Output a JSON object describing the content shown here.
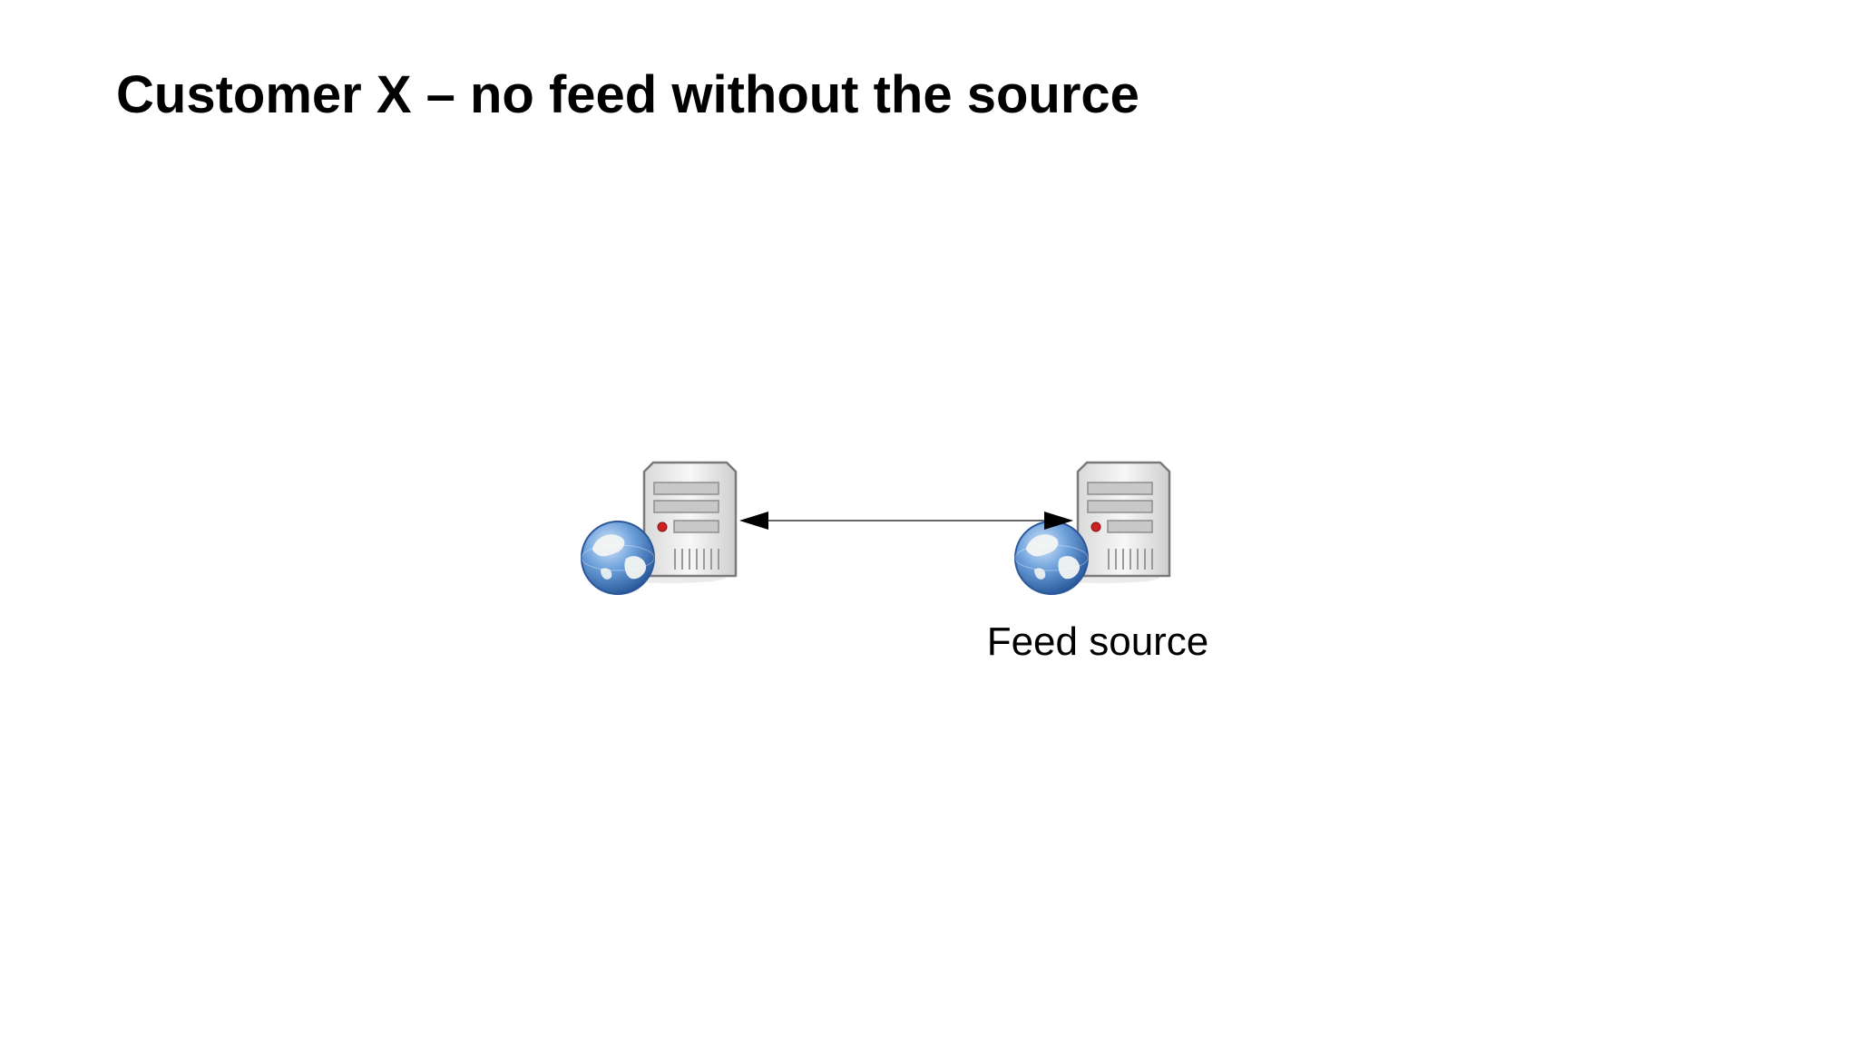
{
  "slide": {
    "title": "Customer X – no feed without the source"
  },
  "diagram": {
    "nodes": [
      {
        "id": "customer-x-server",
        "label": "",
        "icon": "web-server-icon"
      },
      {
        "id": "feed-source-server",
        "label": "Feed source",
        "icon": "web-server-icon"
      }
    ],
    "edges": [
      {
        "from": "customer-x-server",
        "to": "feed-source-server",
        "direction": "bidirectional"
      }
    ]
  },
  "colors": {
    "background": "#ffffff",
    "text": "#000000",
    "connector": "#333333",
    "server_body": "#e4e4e4",
    "server_outline": "#777777",
    "power_led": "#cc2222",
    "globe": "#3d7ac4"
  }
}
